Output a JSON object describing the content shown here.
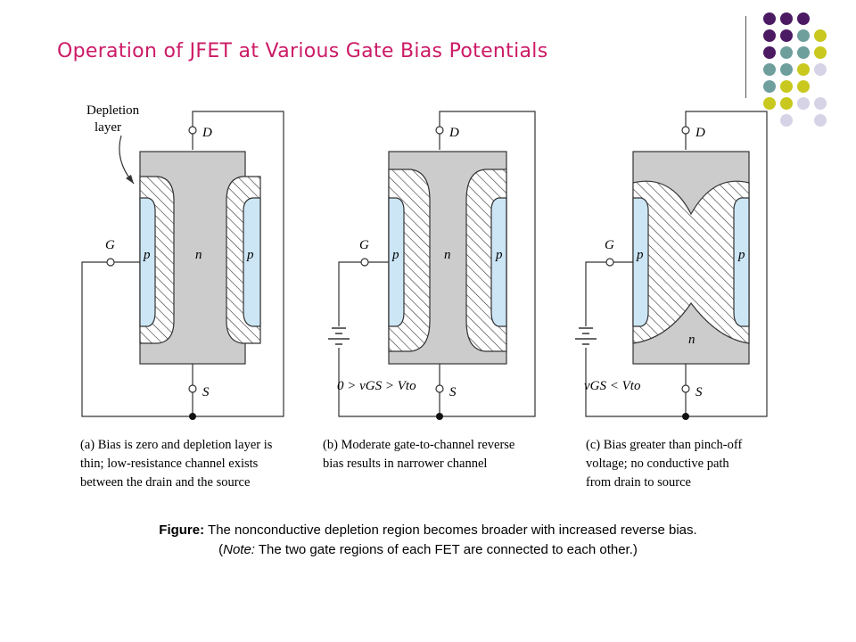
{
  "title": "Operation of JFET at Various Gate Bias Potentials",
  "colors": {
    "title": "#cc1a66",
    "purple": "#4b1a63",
    "teal": "#6f9f9d",
    "olive": "#c8c81e",
    "lavender": "#d6d3e6",
    "channel": "#cccccc",
    "p_region": "#cce6f5"
  },
  "decor_dots": [
    [
      "purple",
      "purple",
      "purple",
      null
    ],
    [
      "purple",
      "purple",
      "teal",
      "olive"
    ],
    [
      "purple",
      "teal",
      "teal",
      "olive"
    ],
    [
      "teal",
      "teal",
      "olive",
      "lavender"
    ],
    [
      "teal",
      "olive",
      "olive",
      null
    ],
    [
      "olive",
      "olive",
      "lavender",
      "lavender"
    ],
    [
      null,
      "lavender",
      null,
      "lavender"
    ]
  ],
  "figure": {
    "depletion_label_line1": "Depletion",
    "depletion_label_line2": "layer",
    "terminal_d": "D",
    "terminal_g": "G",
    "terminal_s": "S",
    "region_p": "p",
    "region_n": "n",
    "bias_b": "0 > vGS > Vto",
    "bias_c": "vGS < Vto",
    "caption_a": [
      "(a) Bias is zero and depletion layer is",
      "thin; low-resistance channel exists",
      "between the drain and the source"
    ],
    "caption_b": [
      "(b) Moderate gate-to-channel reverse",
      "bias results in narrower channel"
    ],
    "caption_c": [
      "(c) Bias greater than pinch-off",
      "voltage; no conductive path",
      "from drain to source"
    ]
  },
  "caption": {
    "label": "Figure:",
    "line1": "The nonconductive depletion region becomes broader with increased reverse bias.",
    "note_label": "Note:",
    "line2_rest": "The two gate regions of each FET are connected to each other.)"
  }
}
